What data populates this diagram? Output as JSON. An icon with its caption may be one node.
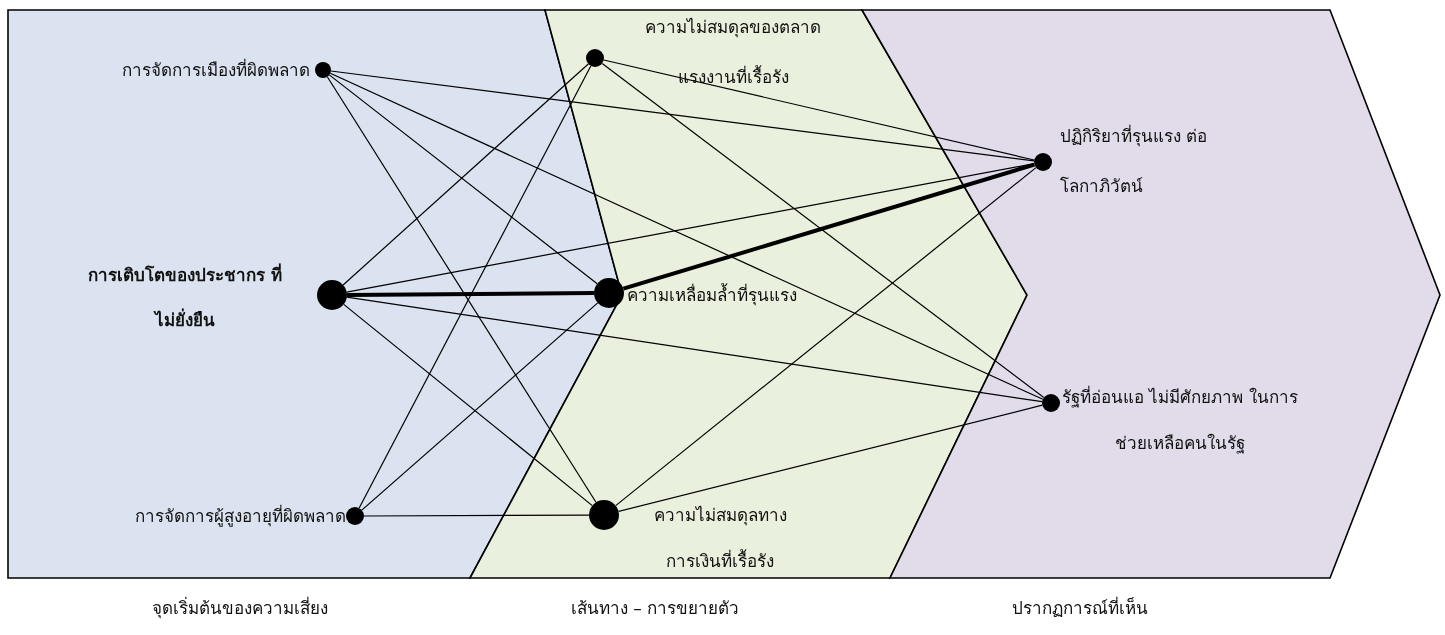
{
  "diagram": {
    "nodes": [
      {
        "text": [
          "จุดเริ่มต้นของความเสี่ยง"
        ]
      },
      {
        "text": [
          "เส้นทาง – การขยายตัว"
        ]
      },
      {
        "text": [
          "ปรากฏการณ์ที่เห็น"
        ]
      },
      {
        "text": [
          "การจัดการเมืองที่ผิดพลาด"
        ],
        "in": 0
      },
      {
        "text": [
          "การเติบโตของประชากร ที่ไม่ยั่งยืน"
        ],
        "in": 0
      },
      {
        "text": [
          "การจัดการผู้สูงอายุที่ผิดพลาด"
        ],
        "in": 0
      },
      {
        "text": [
          "ความไม่สมดุลของตลาด แรงงานที่เรื้อรัง"
        ],
        "in": 1
      },
      {
        "text": [
          "ความเหลื่อมล้ำที่รุนแรง"
        ],
        "in": 1
      },
      {
        "text": [
          "ความไม่สมดุลทาง การเงินที่เรื้อรัง"
        ],
        "in": 1
      },
      {
        "text": [
          "ปฏิกิริยาที่รุนแรง ต่อโลกาภิวัตน์"
        ],
        "in": 2
      },
      {
        "text": [
          "รัฐที่อ่อนแอ ไม่มีศักยภาพ ในการช่วยเหลือคนในรัฐ"
        ],
        "in": 2
      }
    ],
    "edges": [
      {
        "from": 3,
        "to": 9,
        "arrow": "none"
      },
      {
        "from": 3,
        "to": 10,
        "arrow": "none"
      },
      {
        "from": 3,
        "to": 7,
        "arrow": "none"
      },
      {
        "from": 3,
        "to": 8,
        "arrow": "none"
      },
      {
        "from": 4,
        "to": 6,
        "arrow": "none"
      },
      {
        "from": 4,
        "to": 9,
        "arrow": "none"
      },
      {
        "from": 4,
        "to": 7,
        "arrow": "none",
        "style": "thick"
      },
      {
        "from": 4,
        "to": 10,
        "arrow": "none"
      },
      {
        "from": 4,
        "to": 8,
        "arrow": "none"
      },
      {
        "from": 5,
        "to": 6,
        "arrow": "none"
      },
      {
        "from": 5,
        "to": 7,
        "arrow": "none"
      },
      {
        "from": 5,
        "to": 8,
        "arrow": "none"
      },
      {
        "from": 6,
        "to": 9,
        "arrow": "none"
      },
      {
        "from": 6,
        "to": 10,
        "arrow": "none"
      },
      {
        "from": 7,
        "to": 9,
        "arrow": "none",
        "style": "thick"
      },
      {
        "from": 8,
        "to": 9,
        "arrow": "none"
      },
      {
        "from": 8,
        "to": 10,
        "arrow": "none"
      }
    ]
  }
}
